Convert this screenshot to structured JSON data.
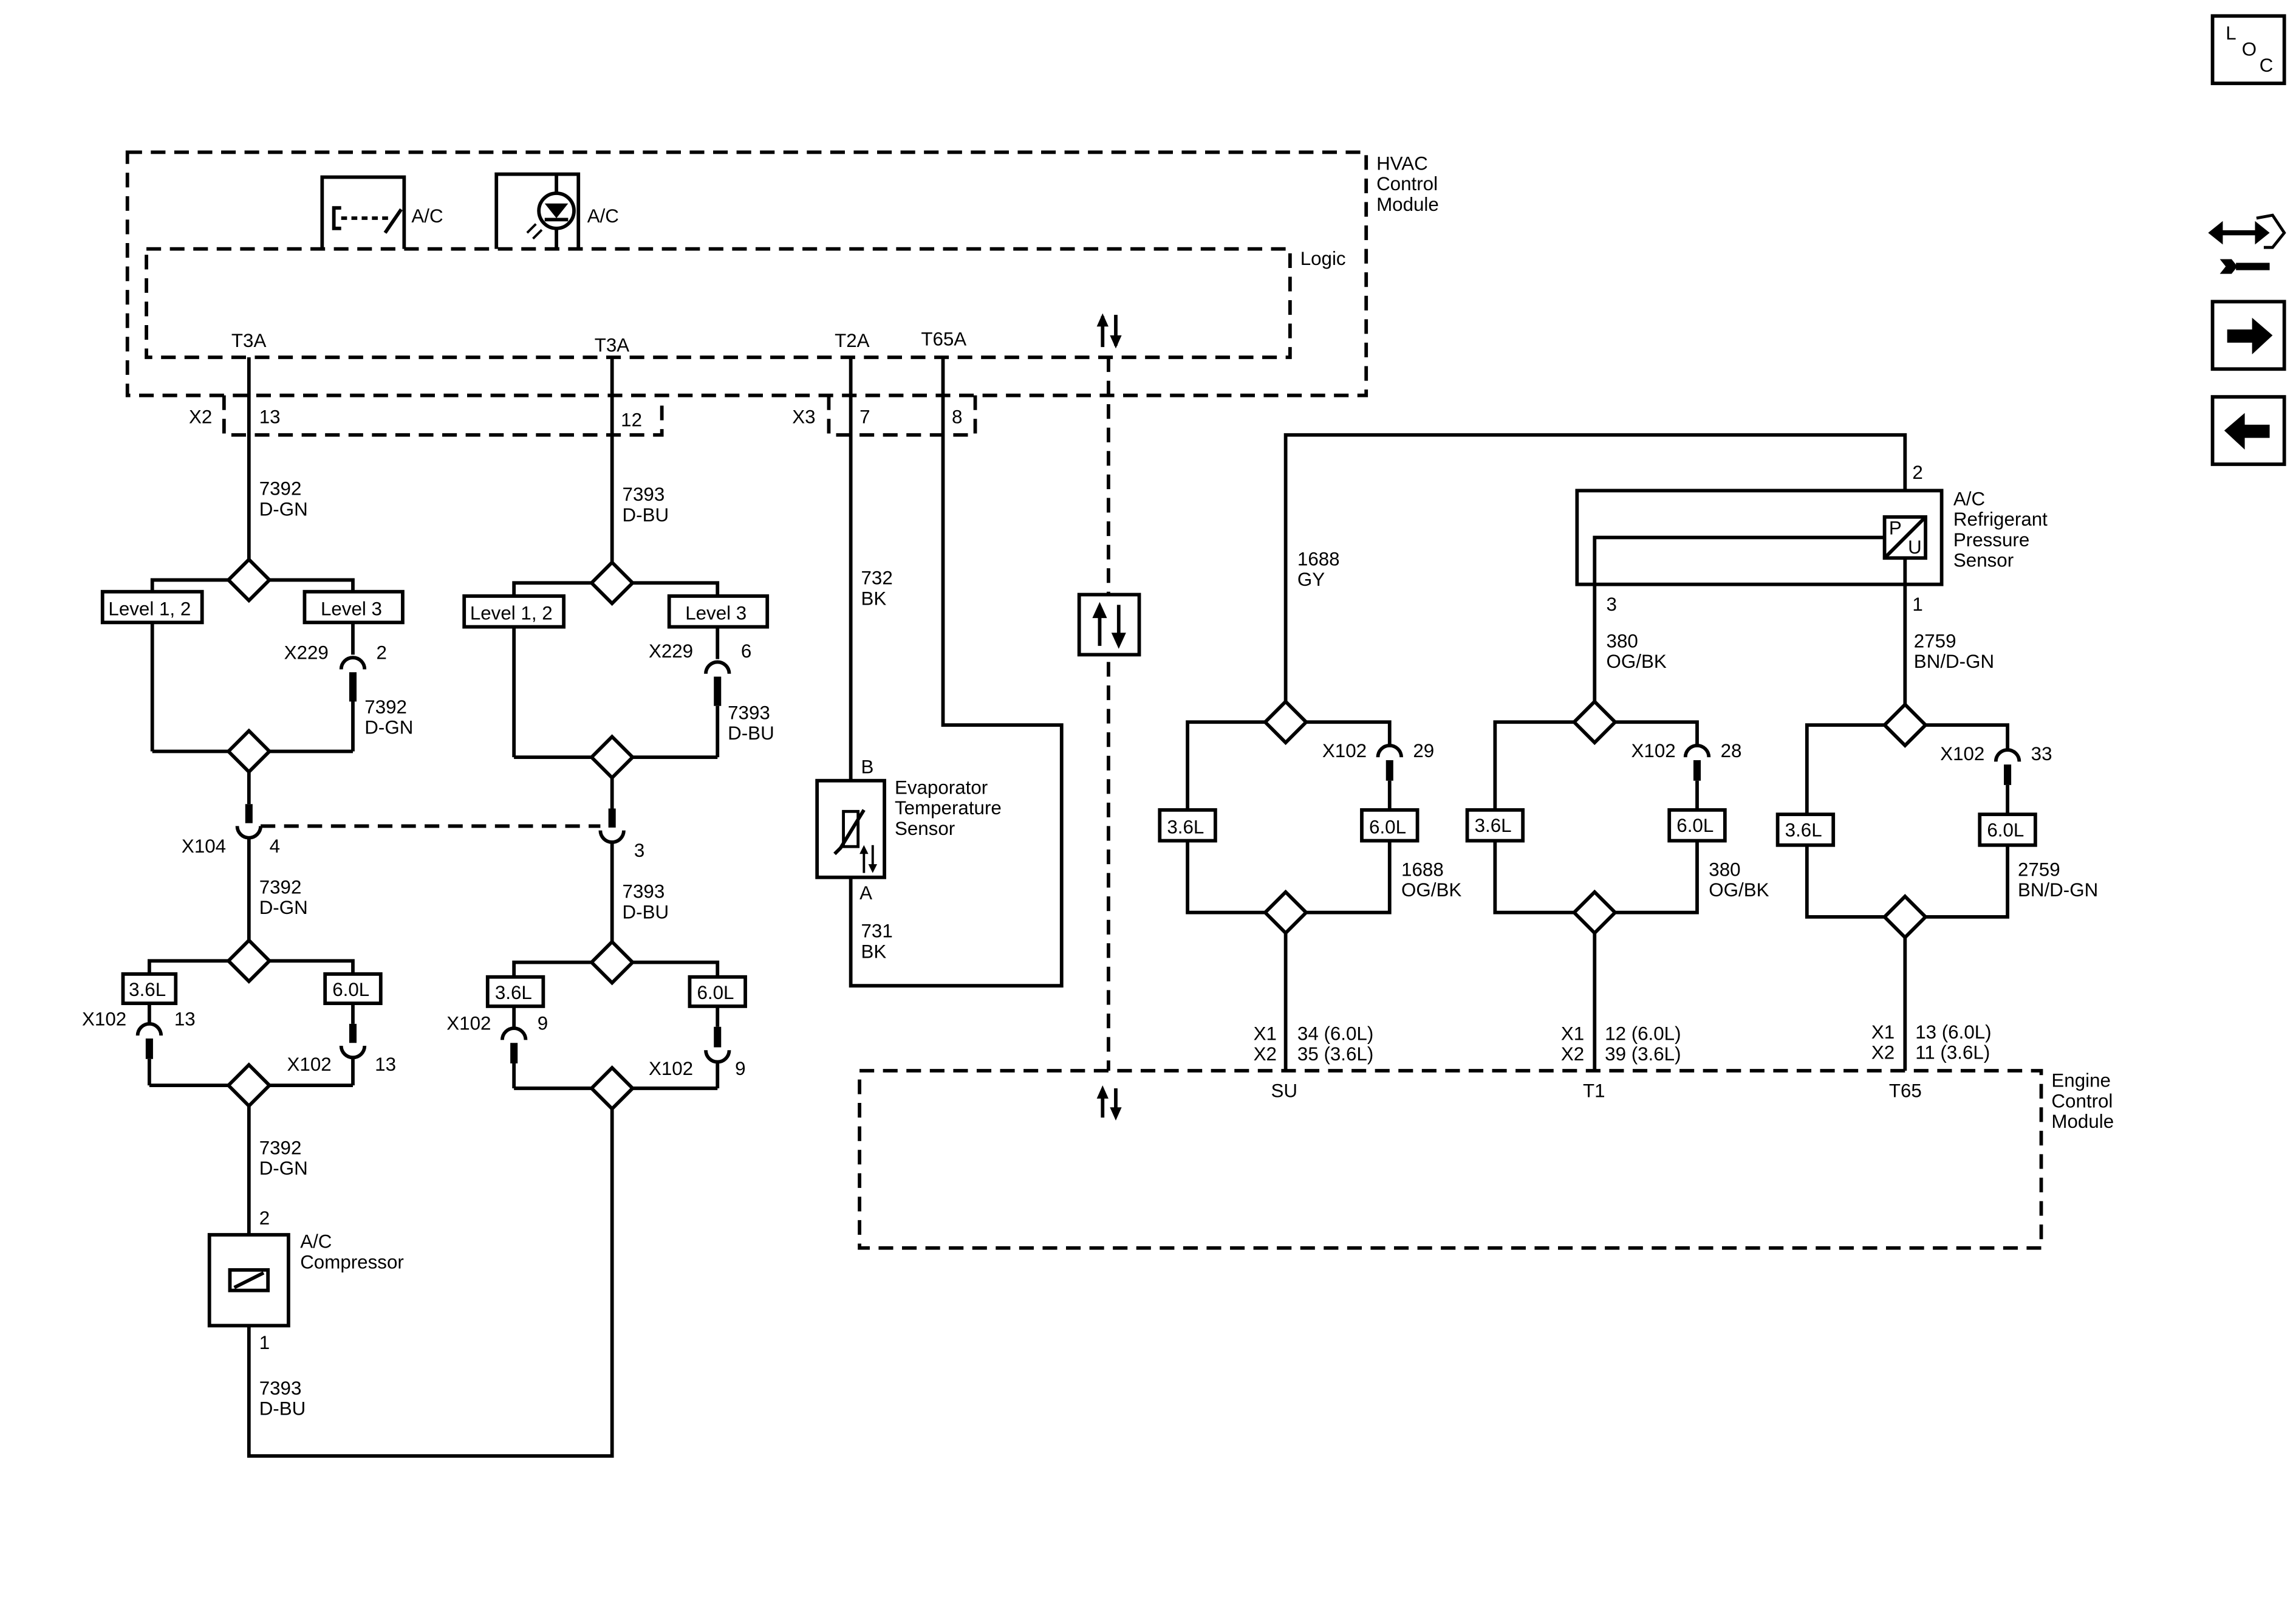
{
  "modules": {
    "hvac": [
      "HVAC",
      "Control",
      "Module"
    ],
    "logic": "Logic",
    "ecm": [
      "Engine",
      "Control",
      "Module"
    ],
    "ac_switch": "A/C",
    "ac_indicator": "A/C"
  },
  "pins": {
    "t3a_left": "T3A",
    "t3a_right": "T3A",
    "t2a": "T2A",
    "t65a": "T65A",
    "x2": "X2",
    "x2_13": "13",
    "x2_12": "12",
    "x3": "X3",
    "x3_7": "7",
    "x3_8": "8",
    "su": "SU",
    "t1": "T1",
    "t65": "T65"
  },
  "wires": {
    "w7392_top": [
      "7392",
      "D-GN"
    ],
    "w7393_top": [
      "7393",
      "D-BU"
    ],
    "w732": [
      "732",
      "BK"
    ],
    "w731": [
      "731",
      "BK"
    ],
    "w7392_lv3": [
      "7392",
      "D-GN"
    ],
    "w7393_lv3": [
      "7393",
      "D-BU"
    ],
    "w7392_mid": [
      "7392",
      "D-GN"
    ],
    "w7393_mid": [
      "7393",
      "D-BU"
    ],
    "w7392_bot": [
      "7392",
      "D-GN"
    ],
    "w7393_bot": [
      "7393",
      "D-BU"
    ],
    "w1688": [
      "1688",
      "GY"
    ],
    "w380": [
      "380",
      "OG/BK"
    ],
    "w2759": [
      "2759",
      "BN/D-GN"
    ],
    "w1688_b": [
      "1688",
      "OG/BK"
    ],
    "w380_b": [
      "380",
      "OG/BK"
    ],
    "w2759_b": [
      "2759",
      "BN/D-GN"
    ]
  },
  "options": {
    "level12": "Level 1, 2",
    "level3": "Level 3",
    "l36": "3.6L",
    "l60": "6.0L"
  },
  "connectors": {
    "x229": "X229",
    "x229_a": "2",
    "x229_b": "6",
    "x104": "X104",
    "x104_a": "4",
    "x104_b": "3",
    "x102": "X102",
    "x102_13": "13",
    "x102_9": "9",
    "x102_29": "29",
    "x102_28": "28",
    "x102_33": "33",
    "x1": "X1",
    "x2": "X2",
    "su_pins": [
      "34 (6.0L)",
      "35 (3.6L)"
    ],
    "t1_pins": [
      "12 (6.0L)",
      "39 (3.6L)"
    ],
    "t65_pins": [
      "13 (6.0L)",
      "11 (3.6L)"
    ]
  },
  "components": {
    "evap": [
      "Evaporator",
      "Temperature",
      "Sensor"
    ],
    "evap_b": "B",
    "evap_a": "A",
    "compressor": [
      "A/C",
      "Compressor"
    ],
    "comp_2": "2",
    "comp_1": "1",
    "pressure": [
      "A/C",
      "Refrigerant",
      "Pressure",
      "Sensor"
    ],
    "pressure_2": "2",
    "pressure_3": "3",
    "pressure_1": "1",
    "pressure_p": "P",
    "pressure_u": "U"
  },
  "nav": {
    "loc": [
      "L",
      "O",
      "C"
    ],
    "buttons": [
      "component-views",
      "next",
      "previous"
    ]
  }
}
